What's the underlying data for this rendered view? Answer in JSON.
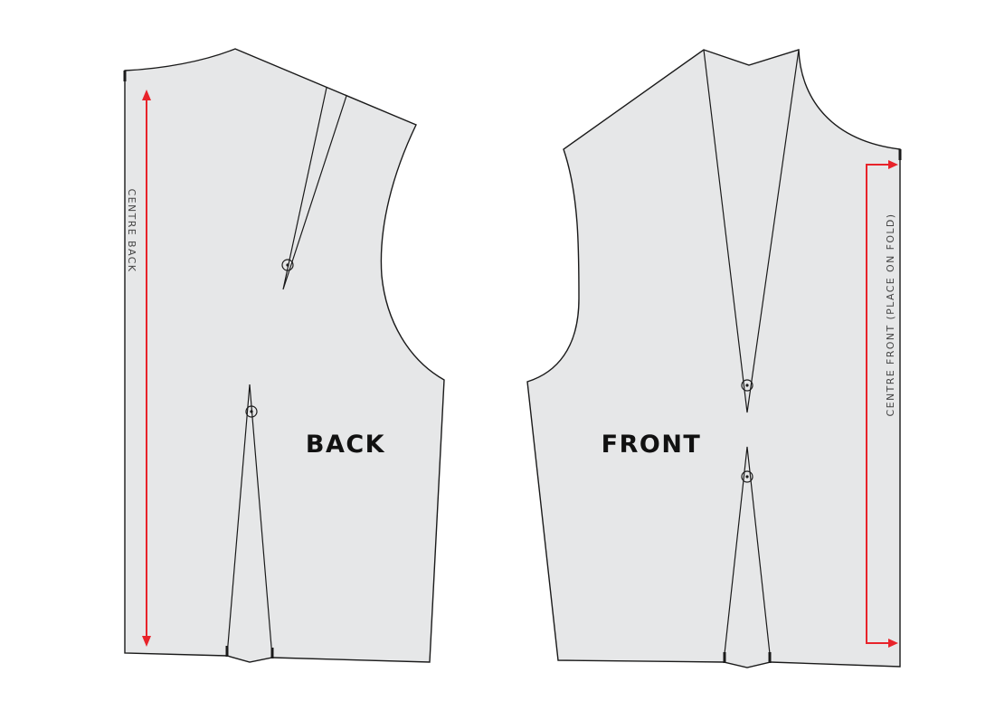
{
  "labels": {
    "back": "BACK",
    "front": "FRONT",
    "centre_back": "CENTRE BACK",
    "centre_front": "CENTRE FRONT (PLACE ON FOLD)"
  },
  "colors": {
    "fabric_fill": "#e6e7e8",
    "outline": "#1a1a1a",
    "grainline": "#e8232a",
    "background": "#ffffff"
  }
}
